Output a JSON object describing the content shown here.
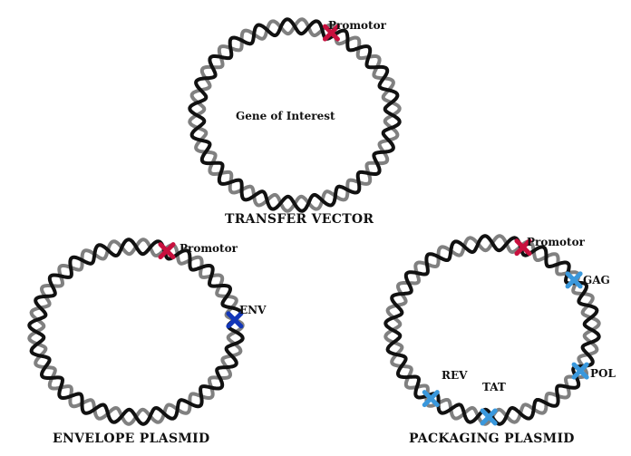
{
  "colors": {
    "strand_dark": "#111111",
    "strand_light": "#808080",
    "promotor": "#c8103e",
    "env": "#1236b8",
    "packaging_gene": "#3a98dc"
  },
  "plasmids": [
    {
      "id": "transfer",
      "title": "TRANSFER VECTOR",
      "center_label": "Gene of Interest",
      "markers": [
        {
          "label": "Promotor",
          "color_key": "promotor",
          "angle": -68
        }
      ]
    },
    {
      "id": "envelope",
      "title": "ENVELOPE PLASMID",
      "center_label": "",
      "markers": [
        {
          "label": "Promotor",
          "color_key": "promotor",
          "angle": -72
        },
        {
          "label": "ENV",
          "color_key": "env",
          "angle": -8
        }
      ]
    },
    {
      "id": "packaging",
      "title": "PACKAGING PLASMID",
      "center_label": "",
      "markers": [
        {
          "label": "Promotor",
          "color_key": "promotor",
          "angle": -72
        },
        {
          "label": "GAG",
          "color_key": "packaging_gene",
          "angle": -35
        },
        {
          "label": "POL",
          "color_key": "packaging_gene",
          "angle": 28
        },
        {
          "label": "TAT",
          "color_key": "packaging_gene",
          "angle": 92
        },
        {
          "label": "REV",
          "color_key": "packaging_gene",
          "angle": 128
        }
      ]
    }
  ]
}
